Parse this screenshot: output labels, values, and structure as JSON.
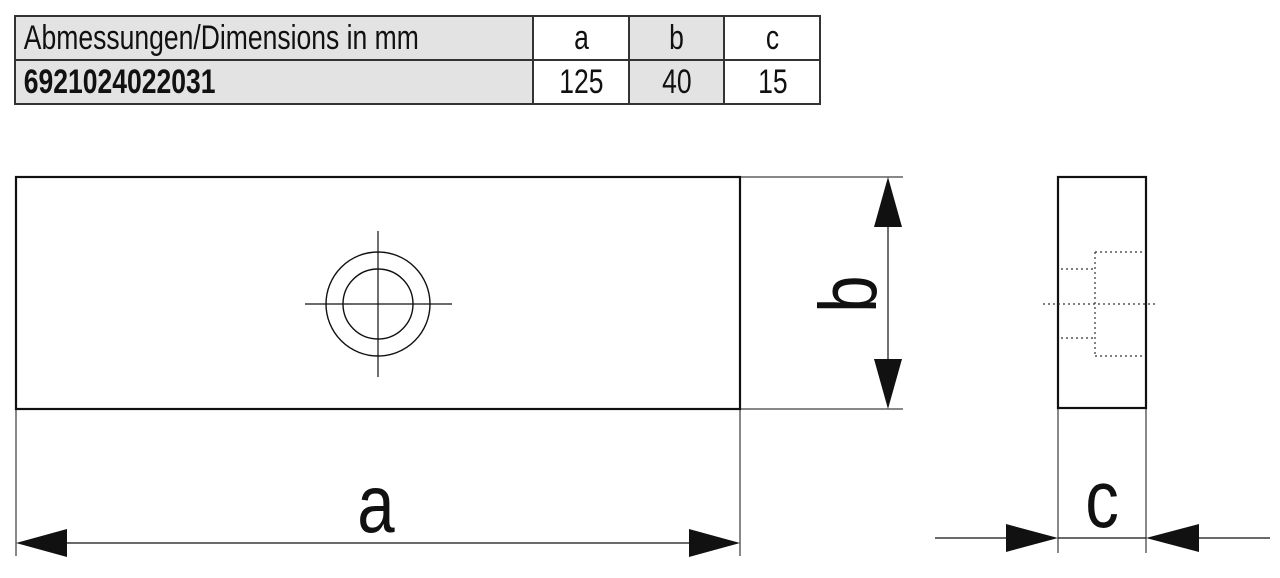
{
  "table": {
    "header": {
      "label": "Abmessungen/Dimensions in mm",
      "columns": [
        "a",
        "b",
        "c"
      ]
    },
    "rows": [
      {
        "article_number": "6921024022031",
        "values": [
          "125",
          "40",
          "15"
        ]
      }
    ]
  },
  "drawing": {
    "front_view": {
      "dimension_labels": {
        "width": "a",
        "height": "b"
      }
    },
    "side_view": {
      "dimension_labels": {
        "thickness": "c"
      }
    },
    "colors": {
      "line": "#111111",
      "table_shade": "#e3e3e3",
      "table_border": "#333333"
    }
  }
}
